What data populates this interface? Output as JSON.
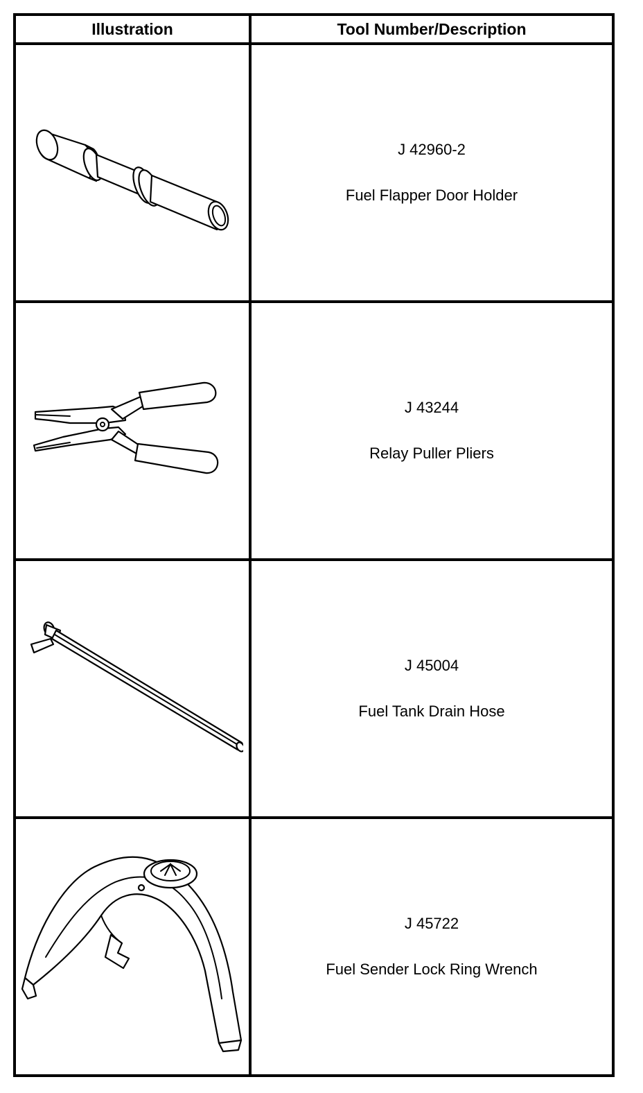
{
  "table": {
    "headers": {
      "illustration": "Illustration",
      "tool": "Tool Number/Description"
    },
    "rows": [
      {
        "number": "J 42960-2",
        "description": "Fuel Flapper Door Holder",
        "icon": "flapper-door-holder-icon"
      },
      {
        "number": "J 43244",
        "description": "Relay Puller Pliers",
        "icon": "relay-puller-pliers-icon"
      },
      {
        "number": "J 45004",
        "description": "Fuel Tank Drain Hose",
        "icon": "drain-hose-icon"
      },
      {
        "number": "J 45722",
        "description": "Fuel Sender Lock Ring Wrench",
        "icon": "lock-ring-wrench-icon"
      }
    ]
  }
}
